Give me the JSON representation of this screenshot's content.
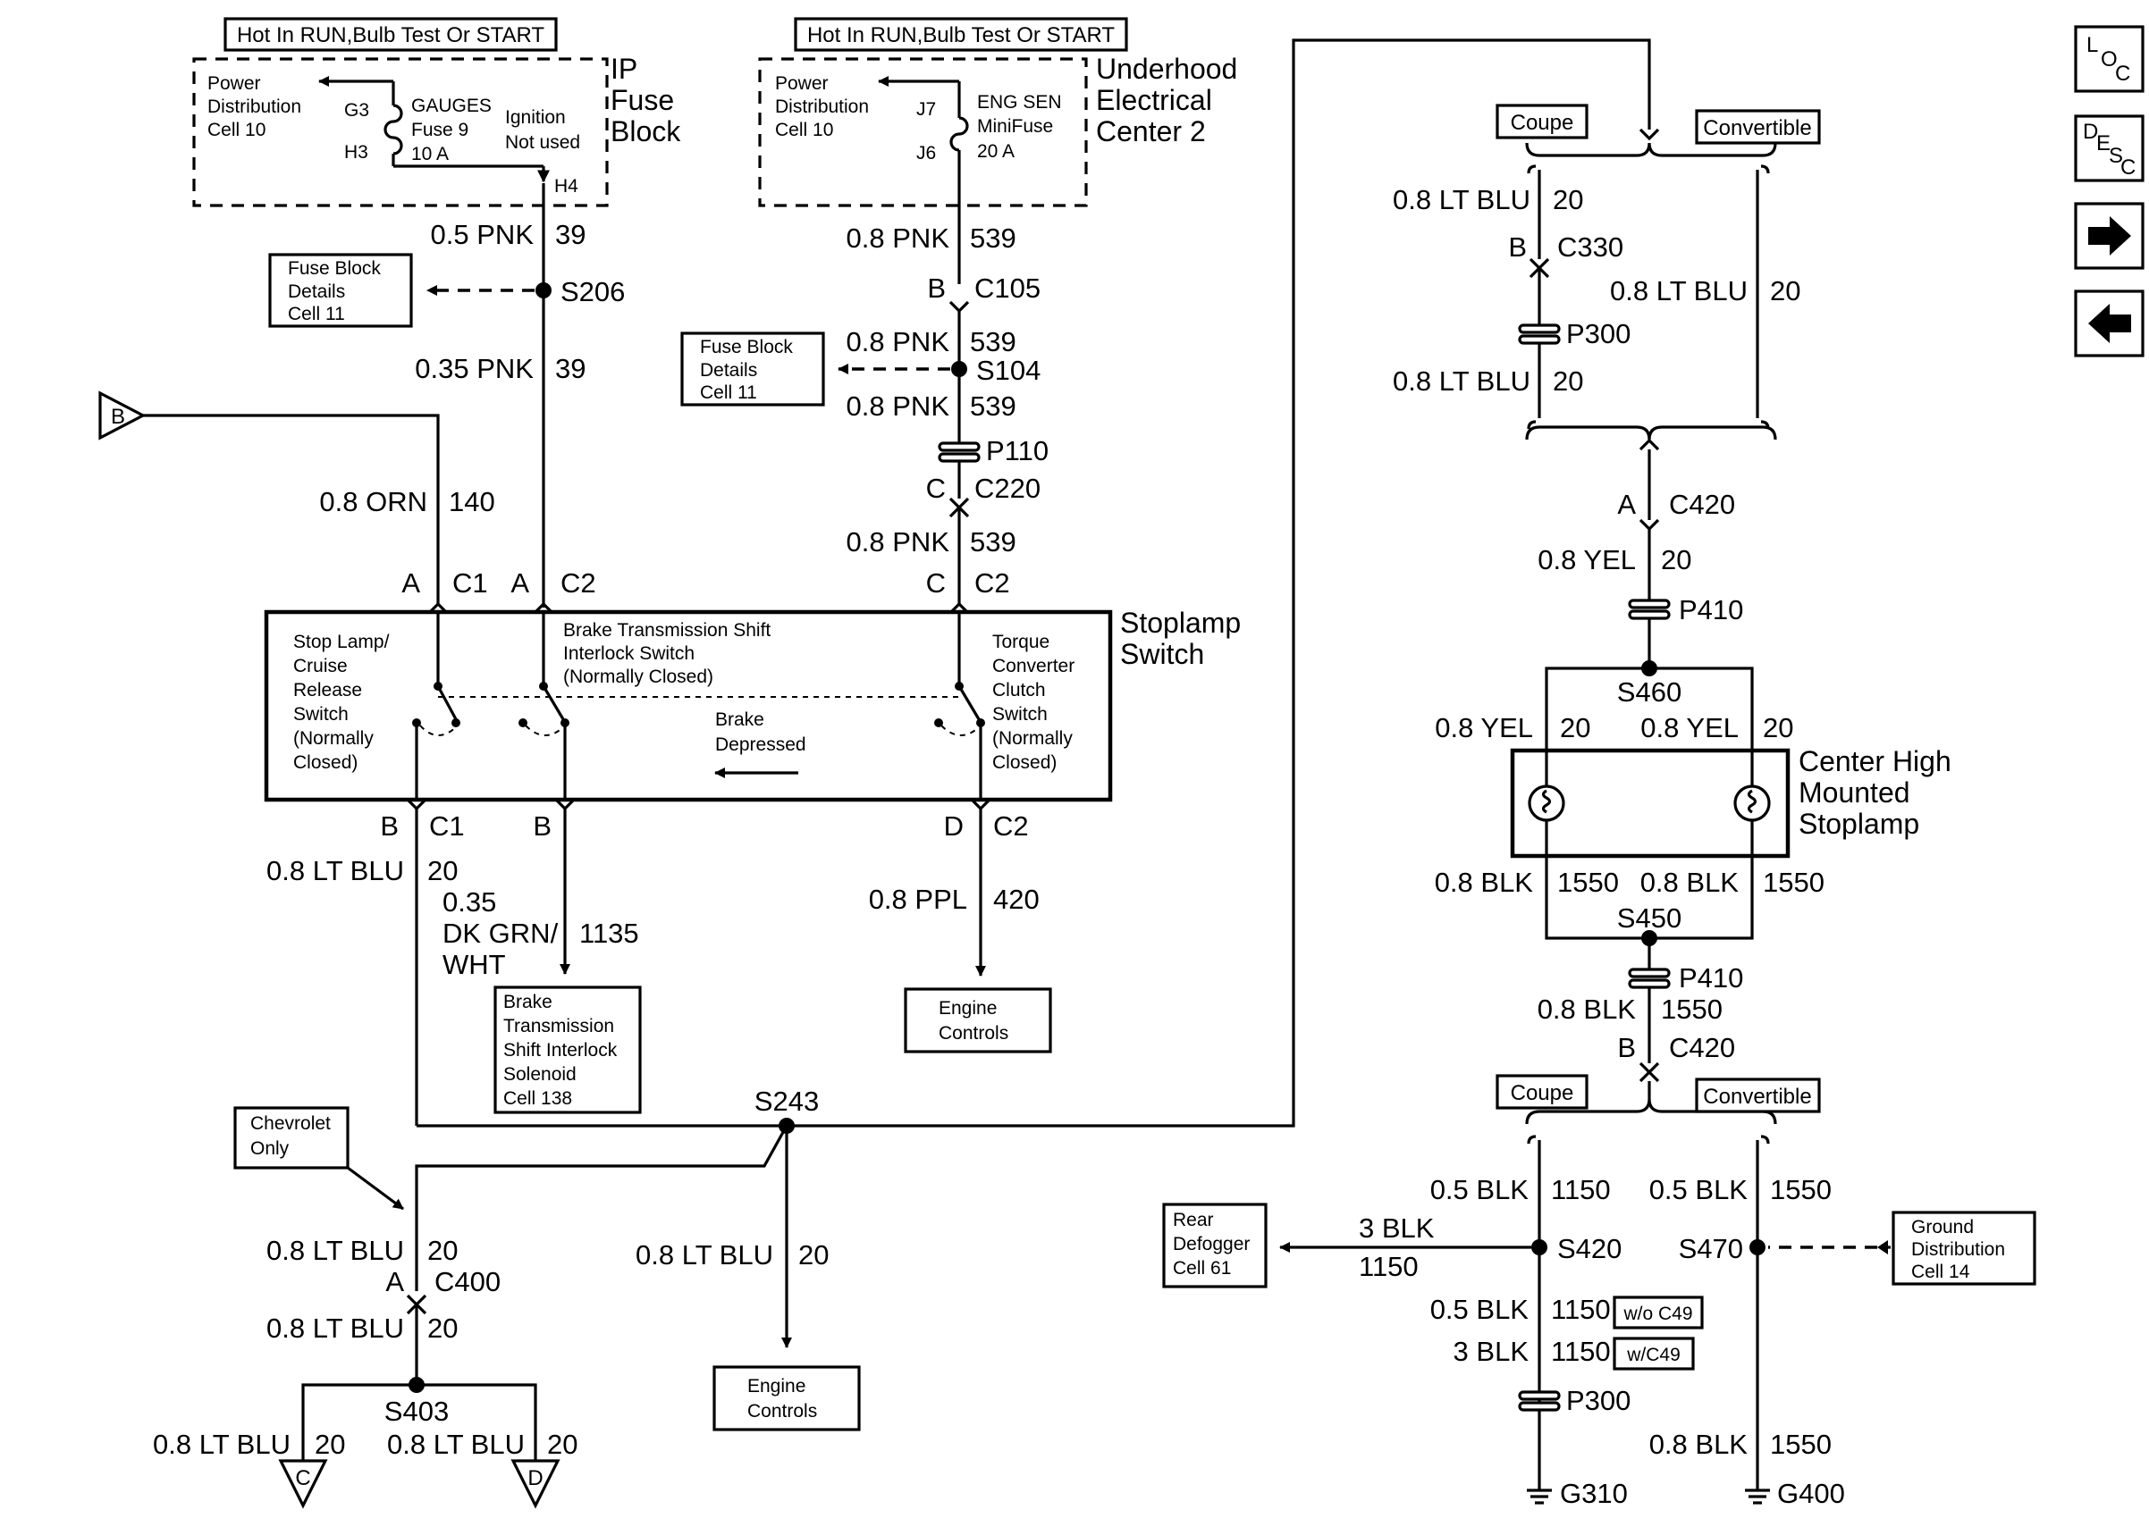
{
  "page": {
    "hot_label": "Hot In RUN,Bulb Test Or START"
  },
  "ip_fuse_block": {
    "title_1": "IP",
    "title_2": "Fuse",
    "title_3": "Block",
    "power_dist_1": "Power",
    "power_dist_2": "Distribution",
    "power_dist_3": "Cell 10",
    "pin_g3": "G3",
    "pin_h3": "H3",
    "pin_h4": "H4",
    "fuse_1": "GAUGES",
    "fuse_2": "Fuse 9",
    "fuse_3": "10 A",
    "ign_1": "Ignition",
    "ign_2": "Not used"
  },
  "uec": {
    "title_1": "Underhood",
    "title_2": "Electrical",
    "title_3": "Center 2",
    "power_dist_1": "Power",
    "power_dist_2": "Distribution",
    "power_dist_3": "Cell 10",
    "pin_j7": "J7",
    "pin_j6": "J6",
    "fuse_1": "ENG SEN",
    "fuse_2": "MiniFuse",
    "fuse_3": "20 A"
  },
  "wires": {
    "w_05pnk": "0.5 PNK",
    "c_39": "39",
    "w_035pnk": "0.35 PNK",
    "w_08pnk": "0.8 PNK",
    "c_539": "539",
    "w_08orn": "0.8 ORN",
    "c_140": "140",
    "w_08ltblu": "0.8 LT BLU",
    "c_20": "20",
    "w_035": "0.35",
    "w_dkgrn": "DK GRN/",
    "w_wht": "WHT",
    "c_1135": "1135",
    "w_08ppl": "0.8 PPL",
    "c_420": "420",
    "w_08yel": "0.8 YEL",
    "w_08blk": "0.8 BLK",
    "c_1550": "1550",
    "w_05blk": "0.5 BLK",
    "c_1150": "1150",
    "w_3blk": "3 BLK"
  },
  "splices": {
    "s206": "S206",
    "s104": "S104",
    "s243": "S243",
    "s403": "S403",
    "s460": "S460",
    "s450": "S450",
    "s420": "S420",
    "s470": "S470"
  },
  "connectors": {
    "c105": "C105",
    "p110": "P110",
    "c220": "C220",
    "c1": "C1",
    "c2": "C2",
    "c330": "C330",
    "p300": "P300",
    "c420": "C420",
    "p410": "P410",
    "c400": "C400",
    "pin_a": "A",
    "pin_b": "B",
    "pin_c": "C",
    "pin_d": "D"
  },
  "grounds": {
    "g310": "G310",
    "g400": "G400"
  },
  "stoplamp_switch": {
    "title_1": "Stoplamp",
    "title_2": "Switch",
    "sw1_1": "Stop Lamp/",
    "sw1_2": "Cruise",
    "sw1_3": "Release",
    "sw1_4": "Switch",
    "sw1_5": "(Normally",
    "sw1_6": "Closed)",
    "sw2_1": "Brake Transmission Shift",
    "sw2_2": "Interlock Switch",
    "sw2_3": "(Normally Closed)",
    "sw3_1": "Torque",
    "sw3_2": "Converter",
    "sw3_3": "Clutch",
    "sw3_4": "Switch",
    "sw3_5": "(Normally",
    "sw3_6": "Closed)",
    "brake_1": "Brake",
    "brake_2": "Depressed"
  },
  "chmsl": {
    "title_1": "Center High",
    "title_2": "Mounted",
    "title_3": "Stoplamp"
  },
  "refs": {
    "fbd_1": "Fuse Block",
    "fbd_2": "Details",
    "fbd_3": "Cell 11",
    "btsi_1": "Brake",
    "btsi_2": "Transmission",
    "btsi_3": "Shift Interlock",
    "btsi_4": "Solenoid",
    "btsi_5": "Cell 138",
    "ec_1": "Engine",
    "ec_2": "Controls",
    "chev_1": "Chevrolet",
    "chev_2": "Only",
    "rd_1": "Rear",
    "rd_2": "Defogger",
    "rd_3": "Cell 61",
    "gd_1": "Ground",
    "gd_2": "Distribution",
    "gd_3": "Cell 14"
  },
  "options": {
    "coupe": "Coupe",
    "convertible": "Convertible",
    "wo_c49": "w/o C49",
    "w_c49": "w/C49"
  },
  "offpage": {
    "b": "B",
    "c": "C",
    "d": "D"
  },
  "nav": {
    "loc_1": "L",
    "loc_2": "O",
    "loc_3": "C",
    "desc_1": "D",
    "desc_2": "E",
    "desc_3": "S",
    "desc_4": "C"
  }
}
